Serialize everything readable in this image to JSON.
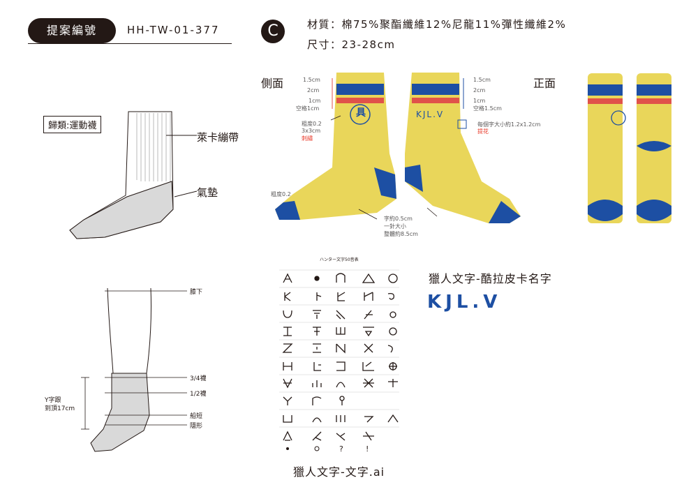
{
  "header": {
    "proposal_label": "提案編號",
    "proposal_code": "HH-TW-01-377",
    "option_letter": "C",
    "material": "材質：棉75%聚酯纖維12%尼龍11%彈性纖維2%",
    "size": "尺寸：23-28cm"
  },
  "left_top": {
    "category": "歸類:運動襪",
    "label_band": "萊卡繃帶",
    "label_cushion": "氣墊"
  },
  "left_bottom": {
    "label_knee": "膝下",
    "label_34": "3/4襪",
    "label_12": "1/2襪",
    "label_boat": "船短",
    "label_hidden": "隱形",
    "label_y1": "Y字跟",
    "label_y2": "到頂17cm"
  },
  "side_view": {
    "title": "側面",
    "spec_left": [
      "1.5cm",
      "2cm",
      "1cm",
      "空格1cm"
    ],
    "spec_right": [
      "1.5cm",
      "2cm",
      "1cm",
      "空格1.5cm"
    ],
    "note_embroidery": [
      "粗度0.2",
      "3x3cm"
    ],
    "note_embroidery_red": "刺繡",
    "note_jacquard": "每個字大小約1.2x1.2cm",
    "note_jacquard_red": "提花",
    "note_thickness": "粗度0.2",
    "note_text": [
      "字約0.5cm",
      "一針大小",
      "整體約8.5cm"
    ],
    "logo_char": "具",
    "hunter_word": "KJL.V"
  },
  "front_view": {
    "title": "正面"
  },
  "hunter_chart": {
    "title": "ハンター文字50音表",
    "caption": "獵人文字-文字.ai"
  },
  "hunter_name": {
    "title": "獵人文字-酷拉皮卡名字",
    "glyphs": "KJL.V"
  },
  "colors": {
    "sock_yellow": "#e9d65a",
    "stripe_blue": "#1d4fa3",
    "stripe_red": "#e0524a",
    "dark": "#231815",
    "gray": "#d9d9d9"
  }
}
